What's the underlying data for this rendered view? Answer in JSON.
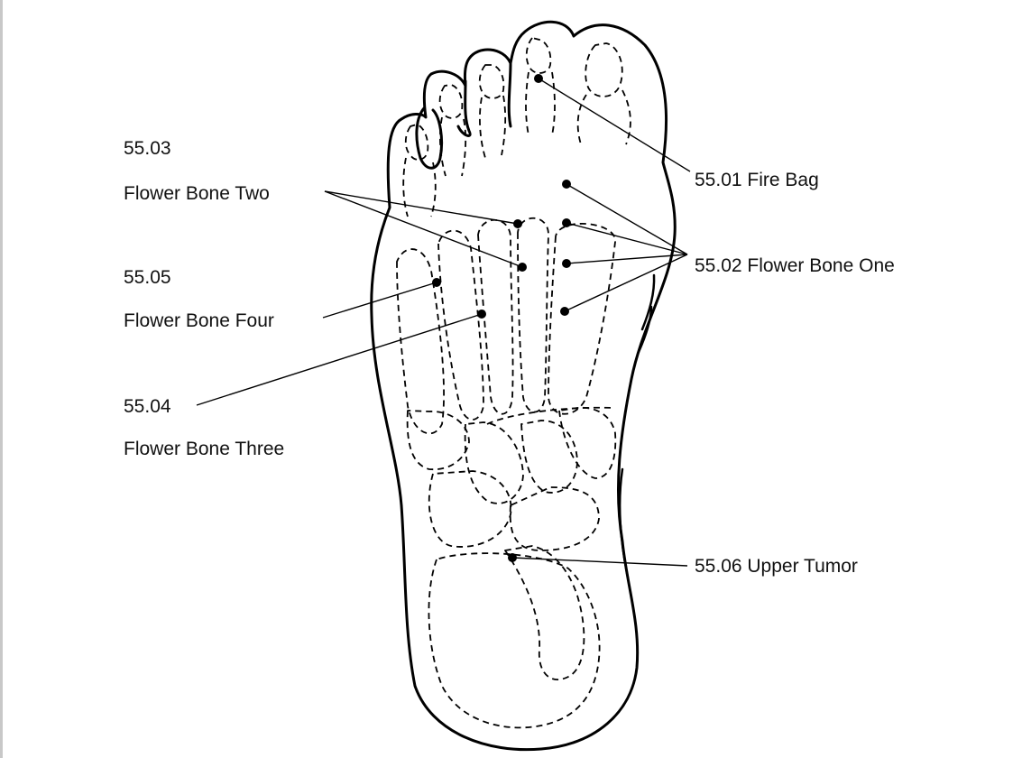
{
  "labels": {
    "fire_bag": "55.01 Fire Bag",
    "flower_bone_one": "55.02 Flower Bone One",
    "code_03": "55.03",
    "flower_bone_two": "Flower Bone Two",
    "code_05": "55.05",
    "flower_bone_four": "Flower Bone Four",
    "code_04": "55.04",
    "flower_bone_three": "Flower Bone Three",
    "upper_tumor": "55.06 Upper Tumor"
  }
}
